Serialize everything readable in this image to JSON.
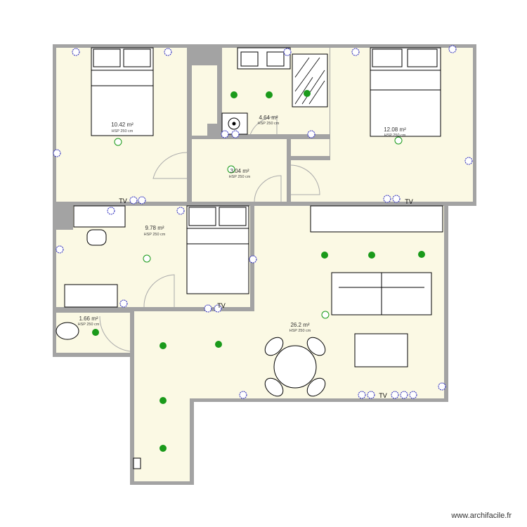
{
  "plan": {
    "colors": {
      "wall": "#a3a3a3",
      "floor": "#fbf9e4",
      "light": "#1a9a1a",
      "outlet": "#2222bb"
    },
    "rooms": [
      {
        "id": "bedroom-1",
        "area": "10.42 m²",
        "hsp": "HSP 250 cm"
      },
      {
        "id": "bathroom",
        "area": "4.64 m²",
        "hsp": "HSP 250 cm"
      },
      {
        "id": "bedroom-2",
        "area": "12.08 m²",
        "hsp": "HSP 250 cm"
      },
      {
        "id": "hall",
        "area": "3.04 m²",
        "hsp": "HSP 250 cm"
      },
      {
        "id": "office",
        "area": "9.78 m²",
        "hsp": "HSP 250 cm"
      },
      {
        "id": "wc",
        "area": "1.66 m²",
        "hsp": "HSP 250 cm"
      },
      {
        "id": "living",
        "area": "26.2 m²",
        "hsp": "HSP 250 cm"
      }
    ],
    "tv_label": "TV"
  },
  "watermark": "www.archifacile.fr"
}
